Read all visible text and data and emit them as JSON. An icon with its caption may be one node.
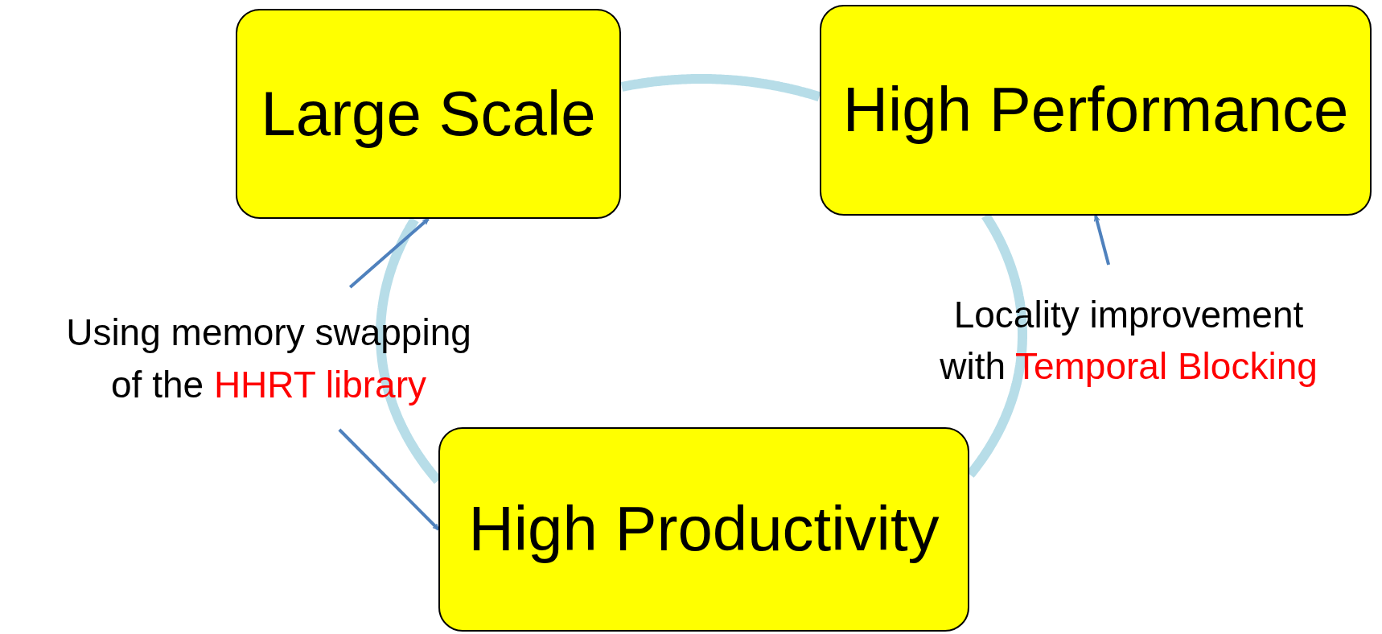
{
  "diagram": {
    "nodes": [
      {
        "text": [
          "Large Scale"
        ]
      },
      {
        "text": [
          "High Performance"
        ]
      },
      {
        "text": [
          "High Productivity"
        ]
      },
      {
        "text": [
          "Using memory swapping of the",
          "HHRT library"
        ]
      },
      {
        "text": [
          "Locality improvement with",
          "Temporal Blocking"
        ]
      }
    ],
    "edges": [
      {
        "from": 0,
        "to": 1,
        "arrow": "none",
        "style": "thick",
        "color": "#b7dde8"
      },
      {
        "from": 1,
        "to": 2,
        "arrow": "none",
        "style": "thick",
        "color": "#b7dde8"
      },
      {
        "from": 2,
        "to": 0,
        "arrow": "none",
        "style": "thick",
        "color": "#b7dde8"
      },
      {
        "from": 3,
        "to": 0,
        "arrow": "to",
        "color": "#4f81bd"
      },
      {
        "from": 3,
        "to": 2,
        "arrow": "to",
        "color": "#4f81bd"
      },
      {
        "from": 4,
        "to": 1,
        "arrow": "to",
        "color": "#4f81bd"
      }
    ]
  }
}
